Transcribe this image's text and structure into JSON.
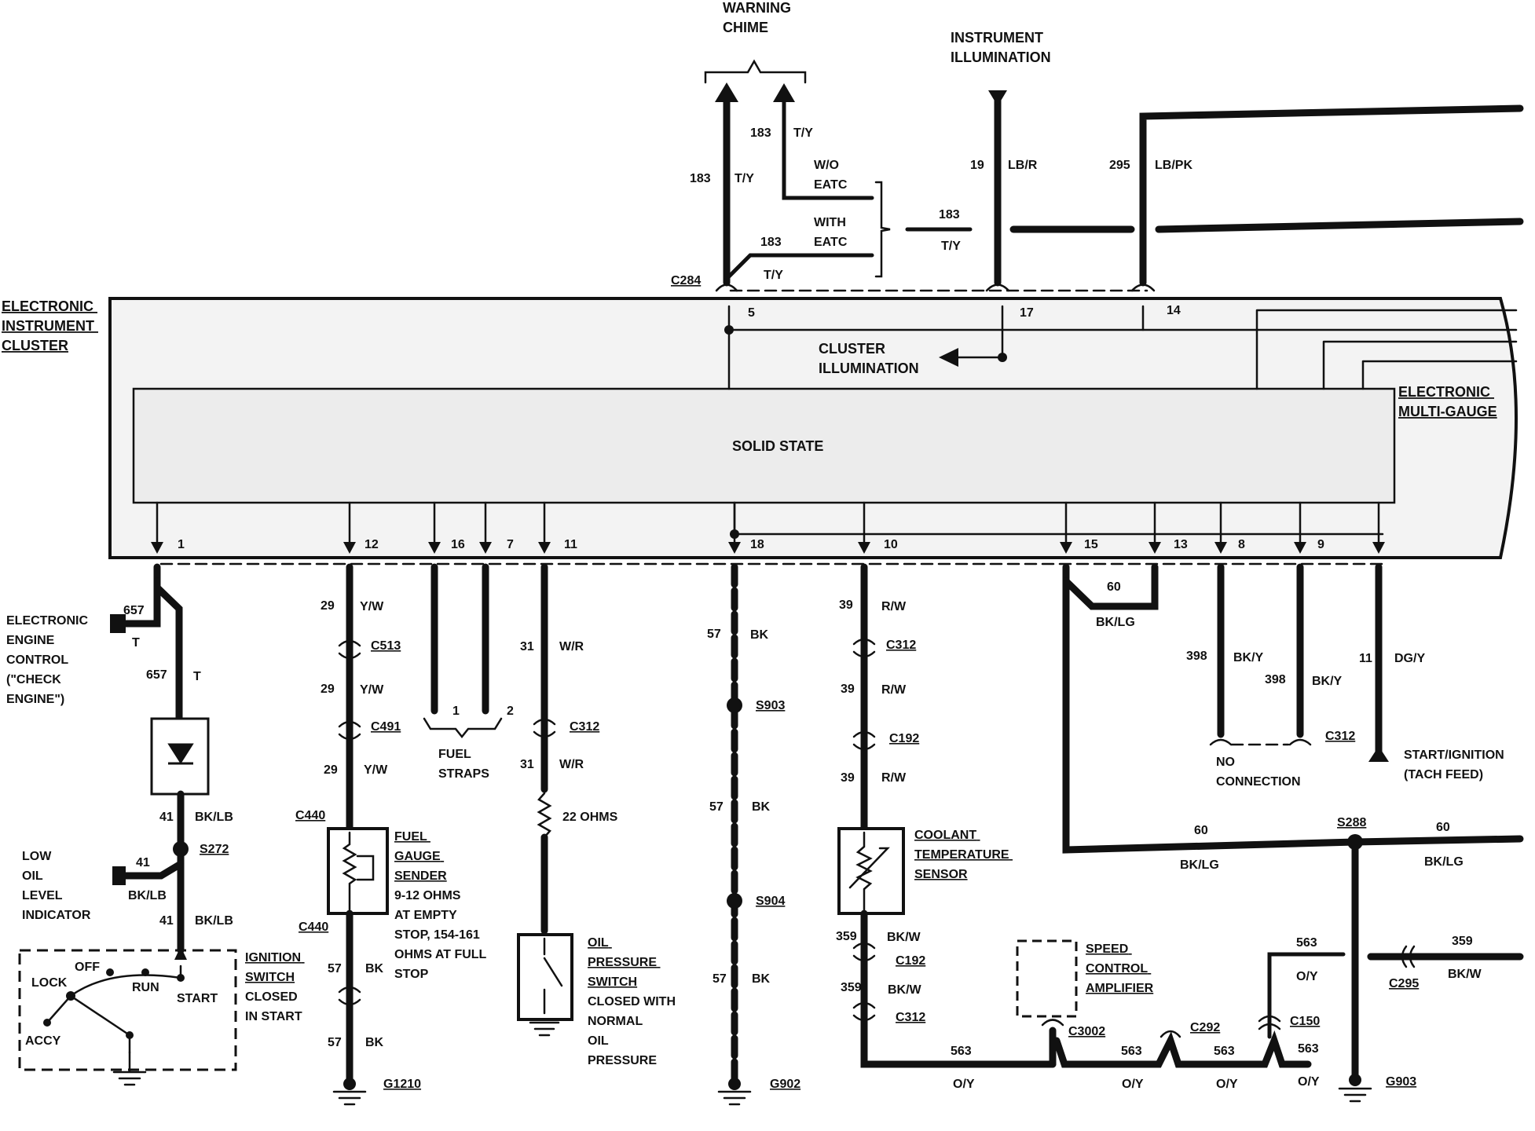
{
  "top": {
    "warning_chime": [
      "WARNING",
      "CHIME"
    ],
    "instrument_illumination": [
      "INSTRUMENT",
      "ILLUMINATION"
    ],
    "w1_num": "183",
    "w1_color": "T/Y",
    "w2_num": "183",
    "w2_color": "T/Y",
    "wo_eatc": [
      "W/O",
      "EATC"
    ],
    "with_eatc": [
      "WITH",
      "EATC"
    ],
    "w3_num": "183",
    "w3_color": "T/Y",
    "w4_num": "183",
    "w4_color": "T/Y",
    "w19_num": "19",
    "w19_color": "LB/R",
    "w295_num": "295",
    "w295_color": "LB/PK",
    "c284": "C284"
  },
  "cluster": {
    "title": [
      "ELECTRONIC",
      "INSTRUMENT",
      "CLUSTER"
    ],
    "cluster_illumination": [
      "CLUSTER",
      "ILLUMINATION"
    ],
    "solid_state": "SOLID STATE",
    "multi_gauge": [
      "ELECTRONIC",
      "MULTI-GAUGE"
    ],
    "top_pins": [
      "5",
      "17",
      "14"
    ],
    "bottom_pins": [
      "1",
      "12",
      "16",
      "7",
      "11",
      "18",
      "10",
      "15",
      "13",
      "8",
      "9"
    ]
  },
  "left": {
    "eec": [
      "ELECTRONIC",
      "ENGINE",
      "CONTROL",
      "(\"CHECK",
      "ENGINE\")"
    ],
    "w657a": "657",
    "t1": "T",
    "w657b": "657",
    "t2": "T",
    "w41a": "41",
    "bklb1": "BK/LB",
    "s272": "S272",
    "low_oil": [
      "LOW",
      "OIL",
      "LEVEL",
      "INDICATOR"
    ],
    "w41b": "41",
    "bklb2": "BK/LB",
    "w41c": "41",
    "bklb3": "BK/LB",
    "ign": [
      "IGNITION",
      "SWITCH"
    ],
    "ign_note": [
      "CLOSED",
      "IN START"
    ],
    "off": "OFF",
    "lock": "LOCK",
    "run": "RUN",
    "start": "START",
    "accy": "ACCY"
  },
  "fuel": {
    "w29a": "29",
    "yw1": "Y/W",
    "c513": "C513",
    "w29b": "29",
    "yw2": "Y/W",
    "c491": "C491",
    "w29c": "29",
    "yw3": "Y/W",
    "c440a": "C440",
    "sender": [
      "FUEL",
      "GAUGE",
      "SENDER"
    ],
    "sender_note": [
      "9-12 OHMS",
      "AT EMPTY",
      "STOP, 154-161",
      "OHMS AT FULL",
      "STOP"
    ],
    "c440b": "C440",
    "w57a": "57",
    "bk1": "BK",
    "w57b": "57",
    "bk2": "BK",
    "g1210": "G1210",
    "strap1": "1",
    "strap2": "2",
    "straps": [
      "FUEL",
      "STRAPS"
    ]
  },
  "oil": {
    "w31a": "31",
    "wr1": "W/R",
    "c312": "C312",
    "w31b": "31",
    "wr2": "W/R",
    "ohms": "22 OHMS",
    "switch": [
      "OIL",
      "PRESSURE",
      "SWITCH"
    ],
    "switch_note": [
      "CLOSED WITH",
      "NORMAL",
      "OIL",
      "PRESSURE"
    ]
  },
  "ground57": {
    "w57a": "57",
    "bk1": "BK",
    "s903": "S903",
    "w57b": "57",
    "bk2": "BK",
    "s904": "S904",
    "w57c": "57",
    "bk3": "BK",
    "g902": "G902"
  },
  "coolant": {
    "w39a": "39",
    "rw1": "R/W",
    "c312": "C312",
    "w39b": "39",
    "rw2": "R/W",
    "c192a": "C192",
    "w39c": "39",
    "rw3": "R/W",
    "sensor": [
      "COOLANT",
      "TEMPERATURE",
      "SENSOR"
    ],
    "w359a": "359",
    "bkw1": "BK/W",
    "c192b": "C192",
    "w359b": "359",
    "bkw2": "BK/W",
    "c312b": "C312"
  },
  "speed": {
    "amp": [
      "SPEED",
      "CONTROL",
      "AMPLIFIER"
    ],
    "c3002": "C3002",
    "c292": "C292",
    "c150": "C150",
    "w563a": "563",
    "oy1": "O/Y",
    "w563b": "563",
    "oy2": "O/Y",
    "w563c": "563",
    "oy3": "O/Y",
    "w563d": "563",
    "oy4": "O/Y",
    "w563e": "563",
    "oy5": "O/Y",
    "c295": "C295",
    "w359": "359",
    "bkw": "BK/W"
  },
  "right": {
    "w60a": "60",
    "bklg1": "BK/LG",
    "w398a": "398",
    "bky1": "BK/Y",
    "w398b": "398",
    "bky2": "BK/Y",
    "c312": "C312",
    "no_conn": [
      "NO",
      "CONNECTION"
    ],
    "w11": "11",
    "dgy": "DG/Y",
    "start_ign": [
      "START/IGNITION",
      "(TACH FEED)"
    ],
    "w60b": "60",
    "bklg2": "BK/LG",
    "s288": "S288",
    "w60c": "60",
    "bklg3": "BK/LG",
    "g903": "G903"
  }
}
